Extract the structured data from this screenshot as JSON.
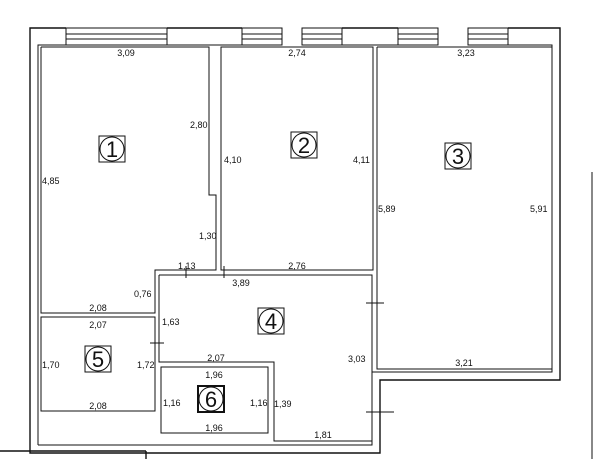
{
  "rooms": [
    {
      "number": "1",
      "dims": [
        "3,09",
        "2,80",
        "4,85",
        "1,30",
        "1,13",
        "0,76",
        "2,08"
      ]
    },
    {
      "number": "2",
      "dims": [
        "2,74",
        "4,10",
        "4,11",
        "2,76"
      ]
    },
    {
      "number": "3",
      "dims": [
        "3,23",
        "5,89",
        "5,91",
        "3,21"
      ]
    },
    {
      "number": "4",
      "dims": [
        "3,89",
        "1,63",
        "3,03",
        "2,07",
        "1,72",
        "1,39",
        "1,81"
      ]
    },
    {
      "number": "5",
      "dims": [
        "2,07",
        "1,70",
        "2,08"
      ]
    },
    {
      "number": "6",
      "dims": [
        "1,96",
        "1,16",
        "1,16",
        "1,96"
      ]
    }
  ]
}
